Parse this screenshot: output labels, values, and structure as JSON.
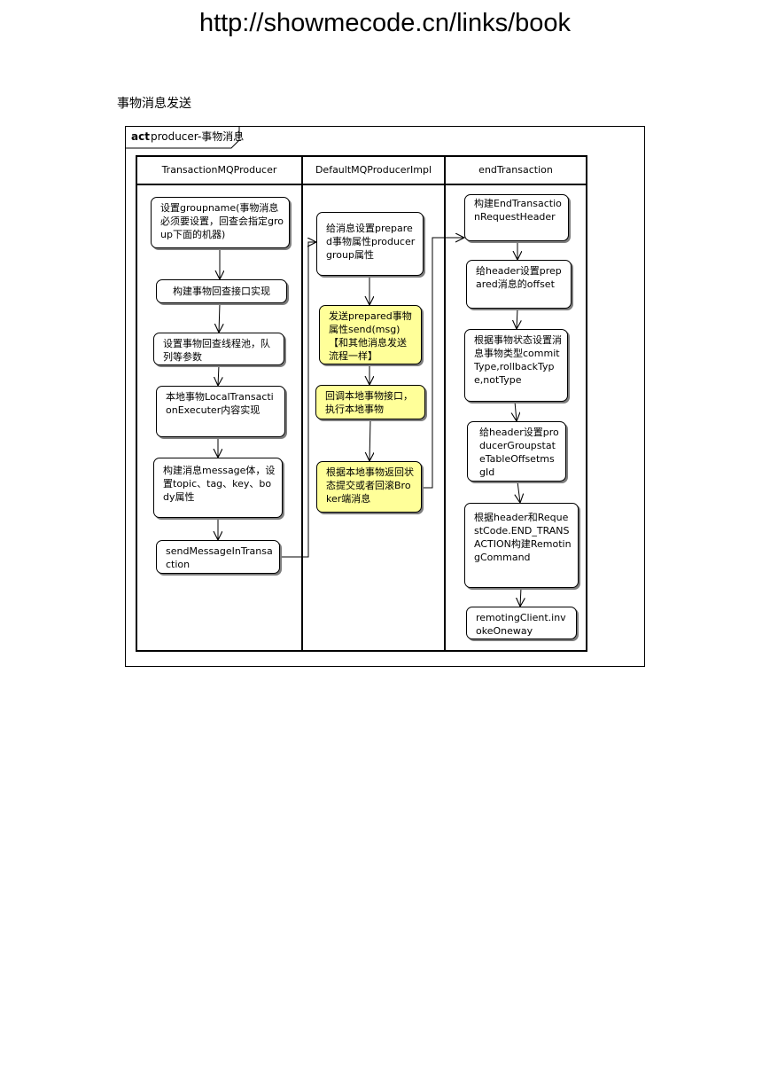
{
  "header": {
    "url": "http://showmecode.cn/links/book"
  },
  "section_title": "事物消息发送",
  "diagram": {
    "frame_keyword": "act",
    "frame_label": "producer-事物消息",
    "lanes": [
      {
        "title": "TransactionMQProducer"
      },
      {
        "title": "DefaultMQProducerImpl"
      },
      {
        "title": "endTransaction"
      }
    ],
    "nodes": {
      "set_group": "设置groupname(事物消息必须要设置，回查会指定group下面的机器)",
      "build_check": "构建事物回查接口实现",
      "set_pool": "设置事物回查线程池，队列等参数",
      "local_tx": "本地事物LocalTransactionExecuter内容实现",
      "build_msg": "构建消息message体，设置topic、tag、key、body属性",
      "send_tx": "sendMessageInTransaction",
      "set_props": "给消息设置prepared事物属性producergroup属性",
      "send_prepared": "发送prepared事物属性send(msg)【和其他消息发送流程一样】",
      "callback_local": "回调本地事物接口，执行本地事物",
      "commit_rollback": "根据本地事物返回状态提交或者回滚Broker端消息",
      "build_header": "构建EndTransactionRequestHeader",
      "header_offset": "给header设置prepared消息的offset",
      "set_type": "根据事物状态设置消息事物类型commitType,rollbackType,notType",
      "header_group": "给header设置producerGroupstateTableOffsetmsgId",
      "build_command": "根据header和RequestCode.END_TRANSACTION构建RemotingCommand",
      "invoke_oneway": "remotingClient.invokeOneway"
    },
    "colors": {
      "highlight": "#ffff99",
      "border": "#000000",
      "shadow": "#7d7d7d"
    }
  }
}
